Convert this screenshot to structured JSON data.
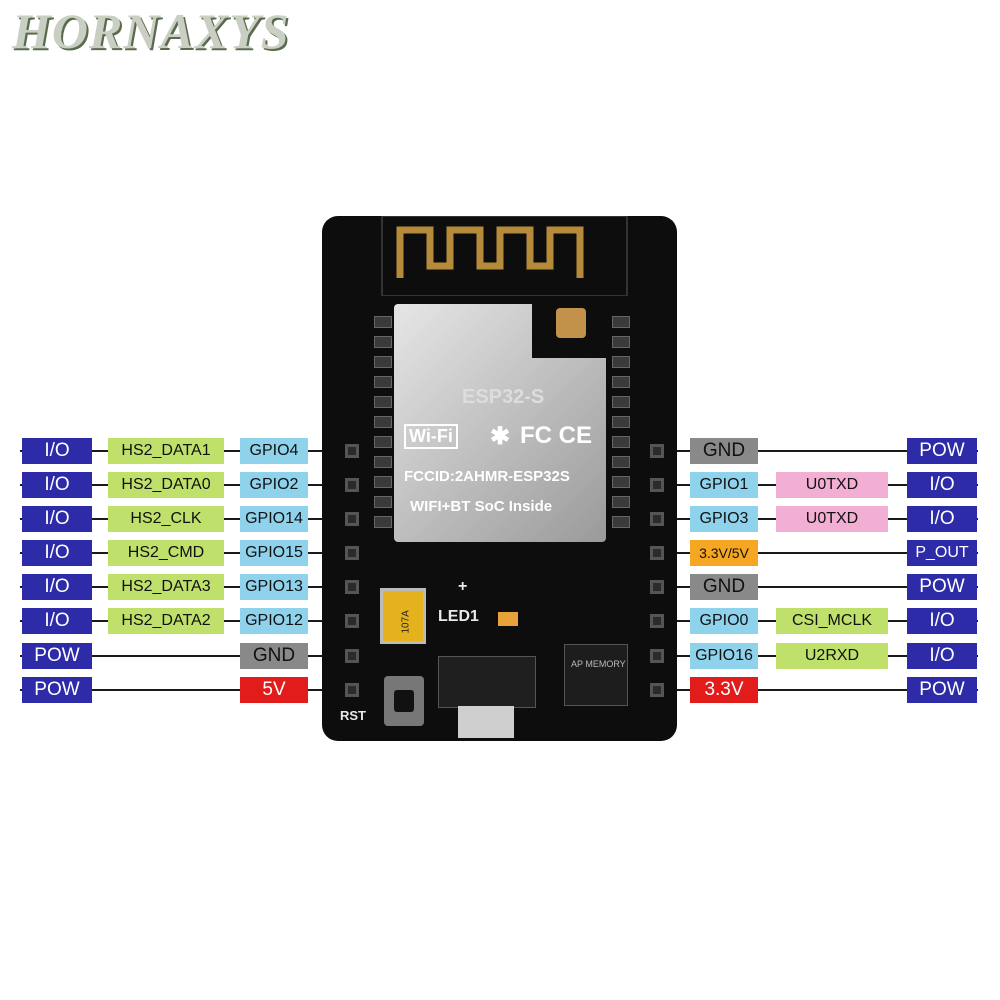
{
  "brand": "HORNAXYS",
  "board": {
    "module_logo": "ESP32-S",
    "wifi_logo": "Wi-Fi",
    "bt_logo": "✱",
    "fcc_logo": "FC CE",
    "fccid": "FCCID:2AHMR-ESP32S",
    "soc_text": "WIFI+BT SoC Inside",
    "led_label": "LED1",
    "rst_label": "RST",
    "plus_label": "+",
    "cap_text": "107A",
    "chip_text": "AP MEMORY"
  },
  "left_pins": [
    {
      "role": "I/O",
      "func": "HS2_DATA1",
      "gpio": "GPIO4",
      "gpio_style": "gpio"
    },
    {
      "role": "I/O",
      "func": "HS2_DATA0",
      "gpio": "GPIO2",
      "gpio_style": "gpio"
    },
    {
      "role": "I/O",
      "func": "HS2_CLK",
      "gpio": "GPIO14",
      "gpio_style": "gpio"
    },
    {
      "role": "I/O",
      "func": "HS2_CMD",
      "gpio": "GPIO15",
      "gpio_style": "gpio"
    },
    {
      "role": "I/O",
      "func": "HS2_DATA3",
      "gpio": "GPIO13",
      "gpio_style": "gpio"
    },
    {
      "role": "I/O",
      "func": "HS2_DATA2",
      "gpio": "GPIO12",
      "gpio_style": "gpio"
    },
    {
      "role": "POW",
      "func": "",
      "gpio": "GND",
      "gpio_style": "gnd"
    },
    {
      "role": "POW",
      "func": "",
      "gpio": "5V",
      "gpio_style": "red"
    }
  ],
  "right_pins": [
    {
      "gpio": "GND",
      "gpio_style": "gnd",
      "func": "",
      "func_style": "",
      "role": "POW"
    },
    {
      "gpio": "GPIO1",
      "gpio_style": "gpio",
      "func": "U0TXD",
      "func_style": "uart",
      "role": "I/O"
    },
    {
      "gpio": "GPIO3",
      "gpio_style": "gpio",
      "func": "U0TXD",
      "func_style": "uart",
      "role": "I/O"
    },
    {
      "gpio": "3.3V/5V",
      "gpio_style": "orng",
      "func": "",
      "func_style": "",
      "role": "P_OUT"
    },
    {
      "gpio": "GND",
      "gpio_style": "gnd",
      "func": "",
      "func_style": "",
      "role": "POW"
    },
    {
      "gpio": "GPIO0",
      "gpio_style": "gpio",
      "func": "CSI_MCLK",
      "func_style": "func",
      "role": "I/O"
    },
    {
      "gpio": "GPIO16",
      "gpio_style": "gpio",
      "func": "U2RXD",
      "func_style": "func",
      "role": "I/O"
    },
    {
      "gpio": "3.3V",
      "gpio_style": "red",
      "func": "",
      "func_style": "",
      "role": "POW"
    }
  ],
  "colors": {
    "role": "#2e2ba8",
    "func": "#bfe06a",
    "gpio": "#8fd2ec",
    "uart": "#f2aed3",
    "gnd": "#898989",
    "red": "#e21b1b",
    "orange": "#f5a623",
    "antenna": "#b58a3a"
  }
}
